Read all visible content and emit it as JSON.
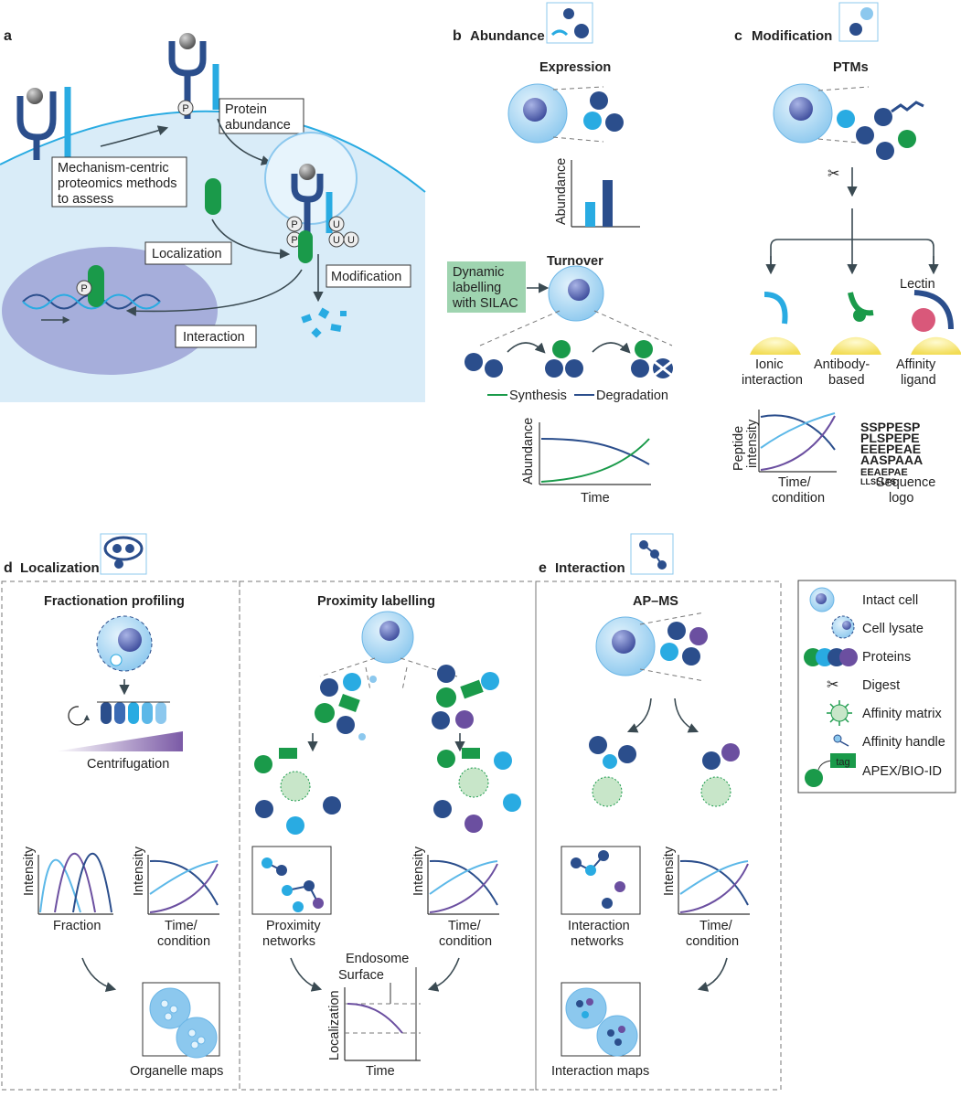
{
  "panel_a": {
    "letter": "a",
    "protein_abundance": [
      "Protein",
      "abundance"
    ],
    "mechanism": [
      "Mechanism-centric",
      "proteomics methods",
      "to assess"
    ],
    "localization": "Localization",
    "modification": "Modification",
    "interaction": "Interaction",
    "p": "P",
    "u": "U"
  },
  "panel_b": {
    "letter": "b",
    "title": "Abundance",
    "expression": "Expression",
    "abundance_axis": "Abundance",
    "turnover": "Turnover",
    "silac": [
      "Dynamic",
      "labelling",
      "with SILAC"
    ],
    "synthesis": "Synthesis",
    "degradation": "Degradation",
    "time": "Time",
    "bar_values": [
      0.45,
      0.85
    ],
    "colors": {
      "light": "#29abe2",
      "dark": "#2b4e8c",
      "green": "#1a9a4a"
    }
  },
  "panel_c": {
    "letter": "c",
    "title": "Modification",
    "ptms": "PTMs",
    "lectin": "Lectin",
    "ionic": [
      "Ionic",
      "interaction"
    ],
    "antibody": [
      "Antibody-",
      "based"
    ],
    "affinity": [
      "Affinity",
      "ligand"
    ],
    "peptide_axis": [
      "Peptide",
      "intensity"
    ],
    "time_condition": [
      "Time/",
      "condition"
    ],
    "sequence_logo": [
      "Sequence",
      "logo"
    ],
    "logo_rows": [
      "SSPPESP",
      "PLSPEPE",
      "EEEPEAE",
      "AASPAAA",
      "EEAEPAE",
      "LLSLLTS"
    ]
  },
  "panel_d": {
    "letter": "d",
    "title": "Localization",
    "fractionation": "Fractionation profiling",
    "proximity": "Proximity labelling",
    "centrifugation": "Centrifugation",
    "intensity": "Intensity",
    "fraction": "Fraction",
    "time_condition": [
      "Time/",
      "condition"
    ],
    "proximity_networks": [
      "Proximity",
      "networks"
    ],
    "organelle_maps": "Organelle maps",
    "endosome": "Endosome",
    "surface": "Surface",
    "localization_axis": "Localization",
    "time": "Time"
  },
  "panel_e": {
    "letter": "e",
    "title": "Interaction",
    "apms": "AP–MS",
    "intensity": "Intensity",
    "interaction_networks": [
      "Interaction",
      "networks"
    ],
    "time_condition": [
      "Time/",
      "condition"
    ],
    "interaction_maps": "Interaction maps"
  },
  "legend": {
    "items": [
      "Intact cell",
      "Cell lysate",
      "Proteins",
      "Digest",
      "Affinity matrix",
      "Affinity handle",
      "APEX/BIO-ID"
    ],
    "tag": "tag"
  }
}
